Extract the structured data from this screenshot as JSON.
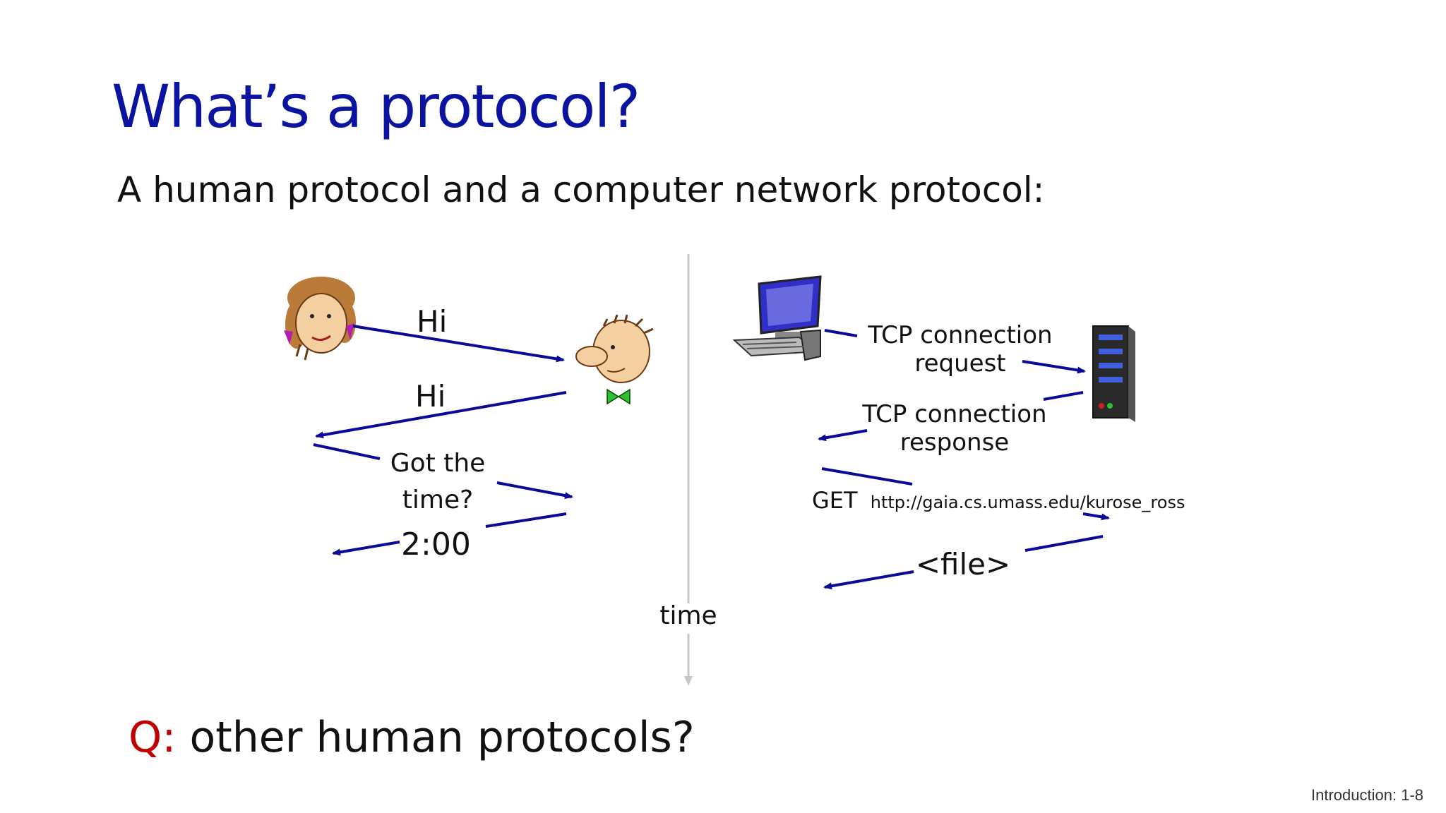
{
  "slide": {
    "title": "What’s a protocol?",
    "subtitle": "A human protocol and a computer network protocol:",
    "question_prefix": "Q:",
    "question_text": " other human protocols?",
    "footer": "Introduction: 1-8"
  },
  "human": {
    "msg1": "Hi",
    "msg2": "Hi",
    "msg3_line1": "Got the",
    "msg3_line2": "time?",
    "msg4": "2:00"
  },
  "network": {
    "msg1_line1": "TCP connection",
    "msg1_line2": "request",
    "msg2_line1": "TCP connection",
    "msg2_line2": "response",
    "msg3_method": "GET",
    "msg3_url": "http://gaia.cs.umass.edu/kurose_ross",
    "msg4": "<file>"
  },
  "axis": {
    "label": "time"
  },
  "colors": {
    "title": "#0a14a0",
    "arrow": "#0a0a96",
    "question": "#c00000",
    "axis": "#c8c8c8"
  }
}
